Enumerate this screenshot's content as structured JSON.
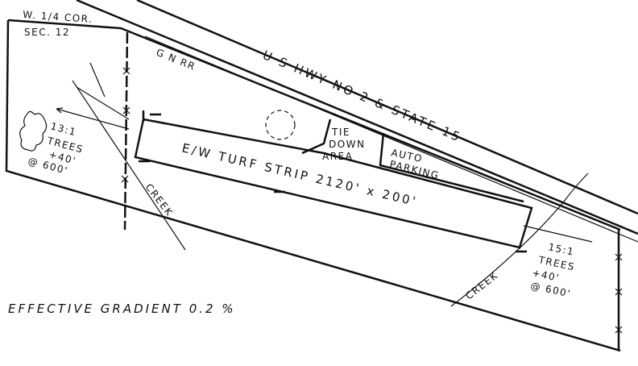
{
  "labels": {
    "corner": "W. 1/4 COR.",
    "section": "SEC. 12",
    "railroad": "G N RR",
    "highway": "U S HWY NO 2 & STATE 15",
    "tie_down_1": "TIE",
    "tie_down_2": "DOWN",
    "tie_down_3": "AREA",
    "auto_1": "AUTO",
    "auto_2": "PARKING",
    "runway": "E/W   TURF STRIP  2120' x 200'",
    "west_ratio": "13:1",
    "west_trees": "TREES",
    "west_height": "+40'",
    "west_dist": "@ 600'",
    "east_ratio": "15:1",
    "east_trees": "TREES",
    "east_height": "+40'",
    "east_dist": "@ 600'",
    "creek_west": "CREEK",
    "creek_east": "CREEK",
    "gradient": "EFFECTIVE GRADIENT 0.2 %"
  }
}
